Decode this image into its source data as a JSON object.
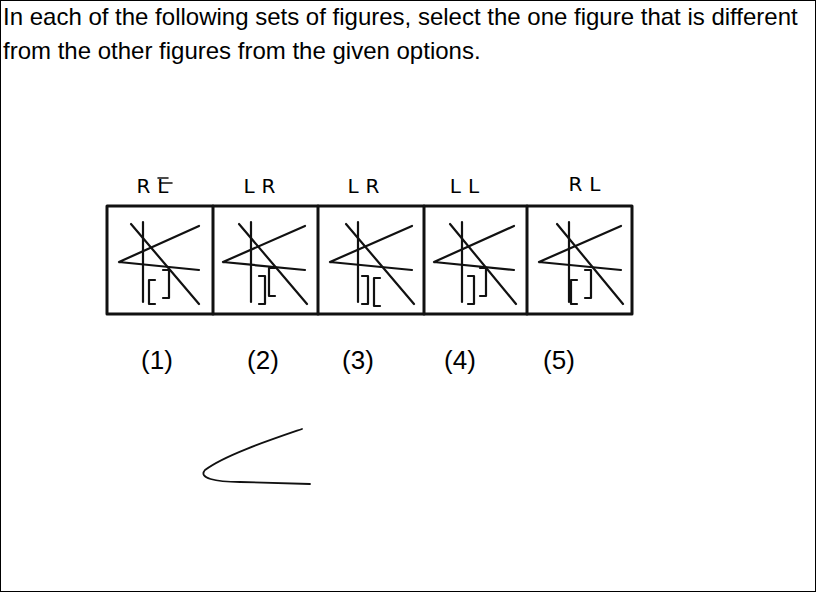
{
  "diagram": {
    "title": "In each of the following sets of figures, select the one figure that is different from the other figures from the given options.",
    "labels": [
      "RL",
      "LR",
      "LR",
      "LL",
      "RL",
      "(1)",
      "(2)",
      "(3)",
      "(4)",
      "(5)"
    ]
  }
}
